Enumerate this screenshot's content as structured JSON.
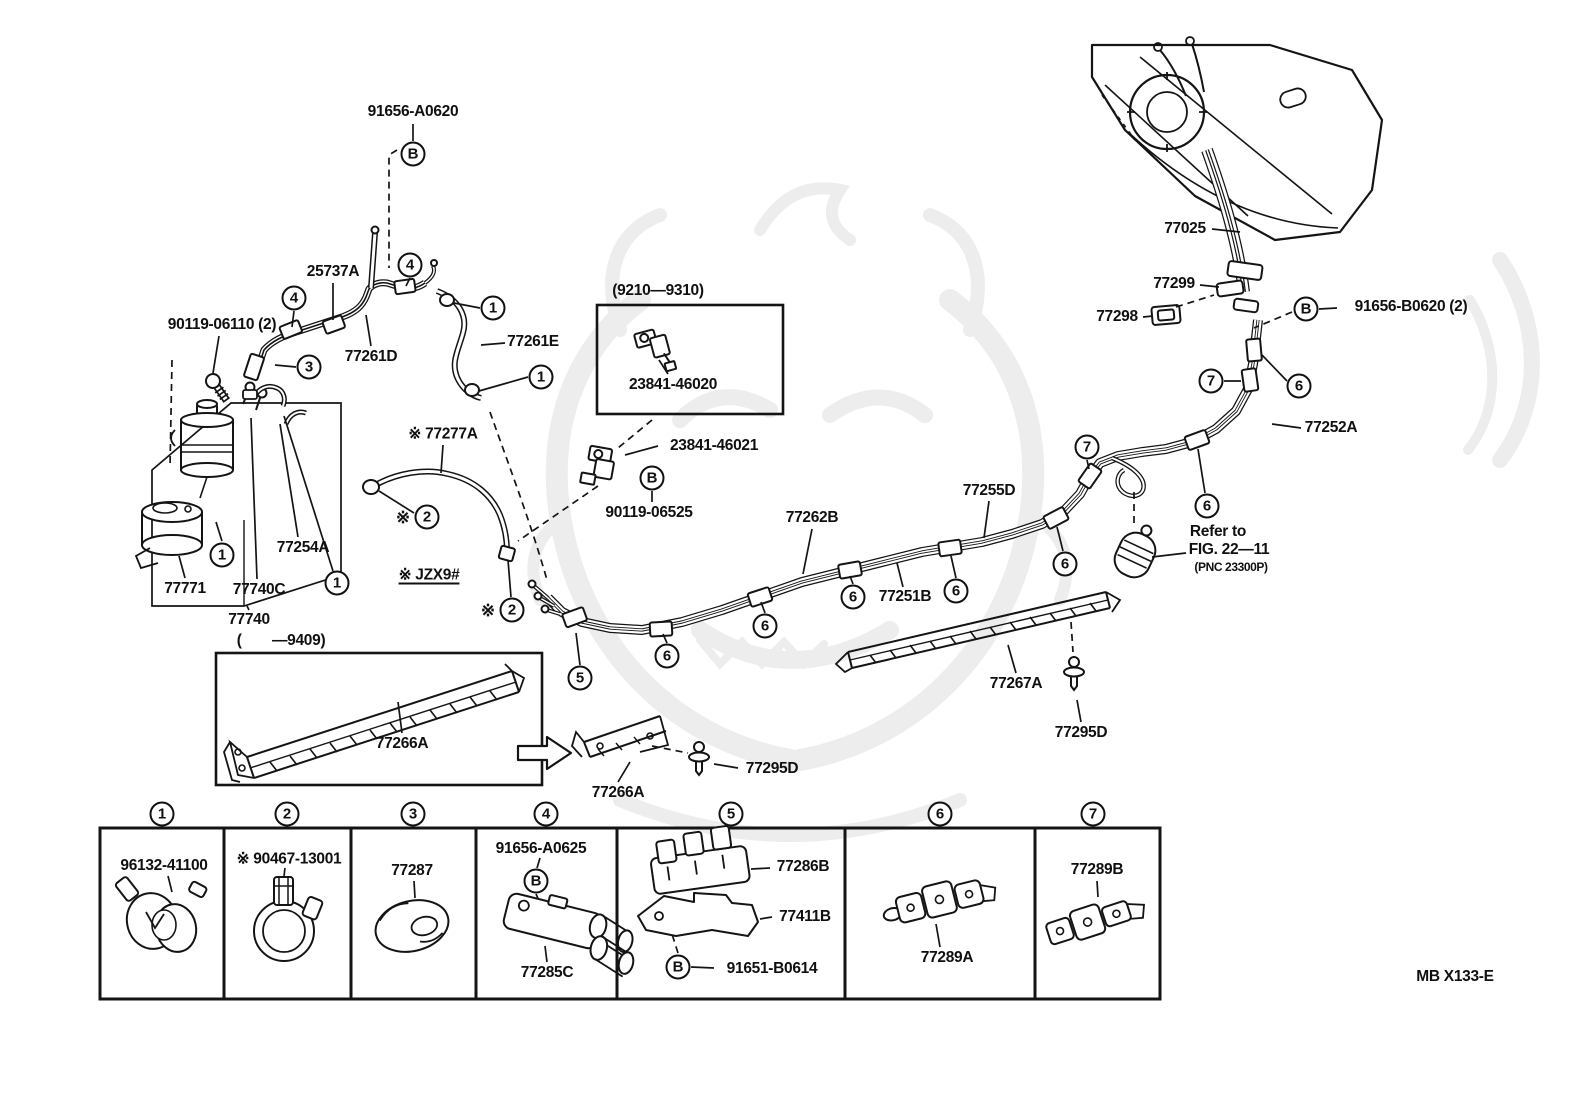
{
  "doc": {
    "type": "parts-diagram",
    "drawing_code": "MB X133-E",
    "line_color": "#111111",
    "background": "#ffffff",
    "watermark_color": "#ededed"
  },
  "part_labels": [
    {
      "text": "91656-A0620"
    },
    {
      "text": "25737A"
    },
    {
      "text": "90119-06110 (2)"
    },
    {
      "text": "77261D"
    },
    {
      "text": "77261E"
    },
    {
      "text": "(9210—9310)"
    },
    {
      "text": "23841-46020"
    },
    {
      "text": "23841-46021"
    },
    {
      "text": "90119-06525"
    },
    {
      "text": "77262B"
    },
    {
      "text": "77255D"
    },
    {
      "text": "77251B"
    },
    {
      "text": "77252A"
    },
    {
      "text": "77025"
    },
    {
      "text": "77299"
    },
    {
      "text": "77298"
    },
    {
      "text": "91656-B0620 (2)"
    },
    {
      "text": "Refer to"
    },
    {
      "text": "FIG. 22—11"
    },
    {
      "text": "(PNC 23300P)"
    },
    {
      "text": "※ 77277A"
    },
    {
      "text": "※ JZX9#"
    },
    {
      "text": "77254A"
    },
    {
      "text": "77771"
    },
    {
      "text": "77740C"
    },
    {
      "text": "77740"
    },
    {
      "text": "(  —9409)"
    },
    {
      "text": "77266A"
    },
    {
      "text": "77266A"
    },
    {
      "text": "77295D"
    },
    {
      "text": "77267A"
    },
    {
      "text": "77295D"
    },
    {
      "text": "96132-41100"
    },
    {
      "text": "※ 90467-13001"
    },
    {
      "text": "77287"
    },
    {
      "text": "91656-A0625"
    },
    {
      "text": "77285C"
    },
    {
      "text": "77286B"
    },
    {
      "text": "77411B"
    },
    {
      "text": "91651-B0614"
    },
    {
      "text": "77289A"
    },
    {
      "text": "77289B"
    },
    {
      "text": "MB X133-E"
    }
  ],
  "callouts": [
    {
      "symbol": "B"
    },
    {
      "symbol": "4"
    },
    {
      "symbol": "4"
    },
    {
      "symbol": "3"
    },
    {
      "symbol": "1"
    },
    {
      "symbol": "1"
    },
    {
      "symbol": "1"
    },
    {
      "symbol": "1"
    },
    {
      "symbol": "2",
      "prefix": "※"
    },
    {
      "symbol": "2",
      "prefix": "※"
    },
    {
      "symbol": "5"
    },
    {
      "symbol": "6"
    },
    {
      "symbol": "6"
    },
    {
      "symbol": "6"
    },
    {
      "symbol": "6"
    },
    {
      "symbol": "6"
    },
    {
      "symbol": "6"
    },
    {
      "symbol": "6"
    },
    {
      "symbol": "7"
    },
    {
      "symbol": "7"
    },
    {
      "symbol": "B"
    },
    {
      "symbol": "B"
    },
    {
      "symbol": "1"
    },
    {
      "symbol": "2"
    },
    {
      "symbol": "3"
    },
    {
      "symbol": "4"
    },
    {
      "symbol": "5"
    },
    {
      "symbol": "6"
    },
    {
      "symbol": "7"
    },
    {
      "symbol": "B"
    },
    {
      "symbol": "B"
    }
  ]
}
